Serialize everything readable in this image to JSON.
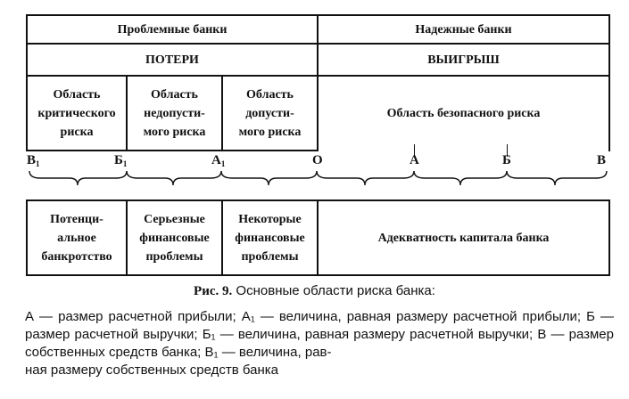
{
  "table_top": {
    "groups": [
      {
        "label": "Проблемные банки"
      },
      {
        "label": "Надежные банки"
      }
    ],
    "outcomes": [
      {
        "label": "ПОТЕРИ"
      },
      {
        "label": "ВЫИГРЫШ"
      }
    ],
    "areas": [
      {
        "label": "Область\nкритического\nриска"
      },
      {
        "label": "Область\nнедопусти-\nмого риска"
      },
      {
        "label": "Область\nдопусти-\nмого риска"
      },
      {
        "label": "Область безопасного риска"
      }
    ]
  },
  "scale_points": [
    {
      "letter": "В",
      "sub": "1"
    },
    {
      "letter": "Б",
      "sub": "1"
    },
    {
      "letter": "А",
      "sub": "1"
    },
    {
      "letter": "О",
      "sub": ""
    },
    {
      "letter": "А",
      "sub": ""
    },
    {
      "letter": "Б",
      "sub": ""
    },
    {
      "letter": "В",
      "sub": ""
    }
  ],
  "table_bottom": {
    "cells": [
      {
        "label": "Потенци-\nальное\nбанкротство"
      },
      {
        "label": "Серьезные\nфинансовые\nпроблемы"
      },
      {
        "label": "Некоторые\nфинансовые\nпроблемы"
      },
      {
        "label": "Адекватность капитала банка"
      }
    ]
  },
  "caption": {
    "label": "Рис. 9.",
    "text": " Основные области риска банка:"
  },
  "legend": "А — размер расчетной прибыли; А₁ — величина, равная размеру расчетной прибыли; Б — размер расчетной выручки; Б₁ — величина, равная размеру расчетной выручки; В — размер собственных средств банка; В₁ — величина, рав-\nная размеру собственных средств банка"
}
